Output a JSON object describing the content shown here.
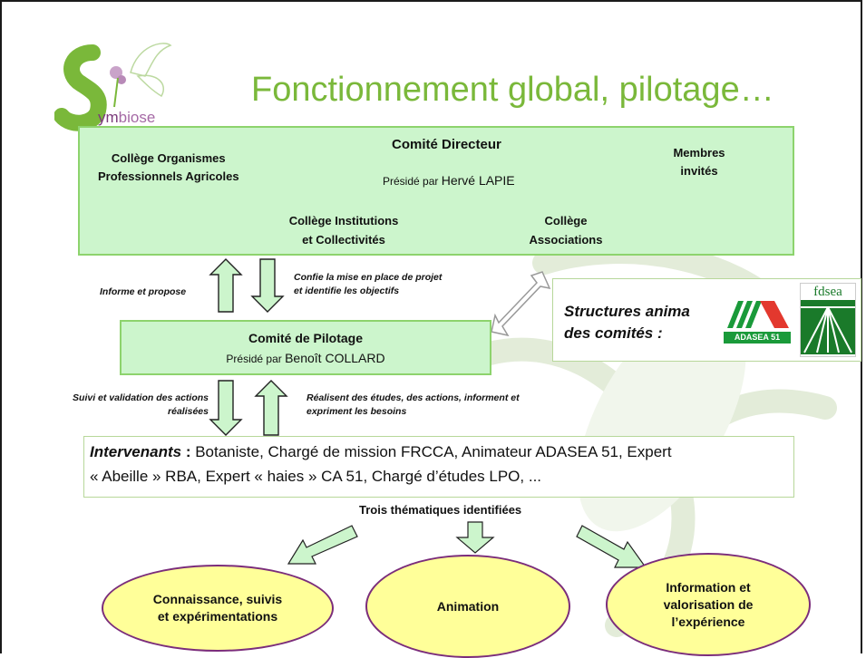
{
  "header": {
    "title": "Fonctionnement global, pilotage…",
    "logo_text_prefix": "ym",
    "logo_text_suffix": "biose"
  },
  "comite_directeur": {
    "title": "Comité Directeur",
    "president_prefix": "Présidé par ",
    "president_name": "Hervé LAPIE",
    "college_opa_line1": "Collège Organismes",
    "college_opa_line2": "Professionnels Agricoles",
    "membres_line1": "Membres",
    "membres_line2": "invités",
    "college_inst_line1": "Collège Institutions",
    "college_inst_line2": "et Collectivités",
    "college_assoc_line1": "Collège",
    "college_assoc_line2": "Associations"
  },
  "arrows_top": {
    "left_label": "Informe et propose",
    "right_label_line1": "Confie la mise en place de projet",
    "right_label_line2": "et identifie les objectifs"
  },
  "comite_pilotage": {
    "title": "Comité de Pilotage",
    "president_prefix": "Présidé par ",
    "president_name": "Benoît COLLARD"
  },
  "structures": {
    "line1": "Structures anima",
    "line2": "des comités  :",
    "adasea_label": "ADASEA 51",
    "fdsea_label": "fdsea"
  },
  "arrows_mid": {
    "left_label_line1": "Suivi et validation des actions",
    "left_label_line2": "réalisées",
    "right_label_line1": "Réalisent des études, des actions, informent et",
    "right_label_line2": "expriment les besoins"
  },
  "intervenants": {
    "label": "Intervenants",
    "colon": " : ",
    "line1": "Botaniste, Chargé de mission FRCCA, Animateur ADASEA 51, Expert",
    "line2": "« Abeille » RBA, Expert « haies » CA 51, Chargé d’études LPO, ..."
  },
  "themes": {
    "heading": "Trois thématiques identifiées",
    "items": [
      {
        "line1": "Connaissance, suivis",
        "line2": "et expérimentations",
        "line3": ""
      },
      {
        "line1": "Animation",
        "line2": "",
        "line3": ""
      },
      {
        "line1": "Information et",
        "line2": "valorisation de",
        "line3": "l’expérience"
      }
    ]
  },
  "colors": {
    "title_green": "#7ab83a",
    "box_fill": "#ccf5cc",
    "box_border": "#8dd36d",
    "ellipse_fill": "#ffff99",
    "ellipse_border": "#7b2d7b",
    "logo_purple": "#7b3a7b"
  }
}
